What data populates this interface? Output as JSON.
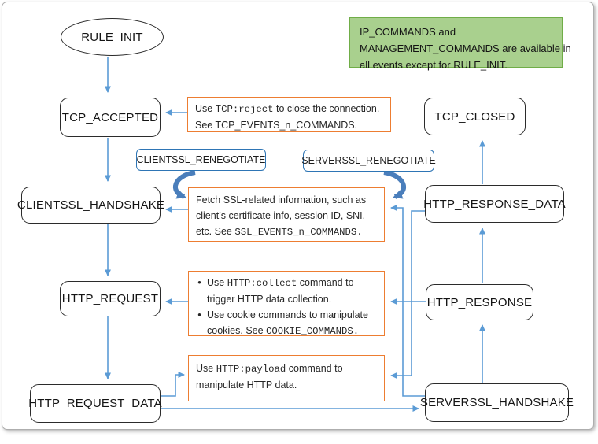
{
  "colors": {
    "arrow": "#5b9bd5",
    "thick_arrow": "#4a7ebb",
    "orange": "#ed7d31",
    "blue_box": "#2e75b5",
    "green_fill": "#a9d08e",
    "green_border": "#70ad47",
    "node_border": "#2b2b2b"
  },
  "nodes": {
    "rule_init": "RULE_INIT",
    "tcp_accepted": "TCP_ACCEPTED",
    "clientssl_handshake": "CLIENTSSL_HANDSHAKE",
    "http_request": "HTTP_REQUEST",
    "http_request_data": "HTTP_REQUEST_DATA",
    "tcp_closed": "TCP_CLOSED",
    "http_response_data": "HTTP_RESPONSE_DATA",
    "http_response": "HTTP_RESPONSE",
    "serverssl_handshake": "SERVERSSL_HANDSHAKE",
    "clientssl_renegotiate": "CLIENTSSL_RENEGOTIATE",
    "serverssl_renegotiate": "SERVERSSL_RENEGOTIATE"
  },
  "notes": {
    "ip_commands": {
      "lines": [
        "IP_COMMANDS and",
        "MANAGEMENT_COMMANDS are available in",
        "all events except for RULE_INIT."
      ]
    },
    "tcp": {
      "lines": [
        [
          {
            "t": "Use "
          },
          {
            "t": "TCP:reject",
            "mono": true
          },
          {
            "t": " to close the connection."
          }
        ],
        [
          {
            "t": "See TCP_EVENTS_n_COMMANDS."
          }
        ]
      ]
    },
    "ssl": {
      "lines": [
        [
          {
            "t": "Fetch SSL-related information, such as"
          }
        ],
        [
          {
            "t": "client’s certificate info, session ID, SNI,"
          }
        ],
        [
          {
            "t": "etc. See "
          },
          {
            "t": "SSL_EVENTS_n_COMMANDS.",
            "mono": true
          }
        ]
      ]
    },
    "http_collect": {
      "bullets": [
        {
          "lines": [
            [
              {
                "t": "Use "
              },
              {
                "t": "HTTP:collect",
                "mono": true
              },
              {
                "t": " command to"
              }
            ],
            [
              {
                "t": "trigger HTTP data collection."
              }
            ]
          ]
        },
        {
          "lines": [
            [
              {
                "t": "Use cookie commands to manipulate"
              }
            ],
            [
              {
                "t": "cookies. See "
              },
              {
                "t": "COOKIE_COMMANDS.",
                "mono": true
              }
            ]
          ]
        }
      ]
    },
    "payload": {
      "lines": [
        [
          {
            "t": "Use "
          },
          {
            "t": "HTTP:payload",
            "mono": true
          },
          {
            "t": " command to"
          }
        ],
        [
          {
            "t": "manipulate HTTP data."
          }
        ]
      ]
    }
  }
}
